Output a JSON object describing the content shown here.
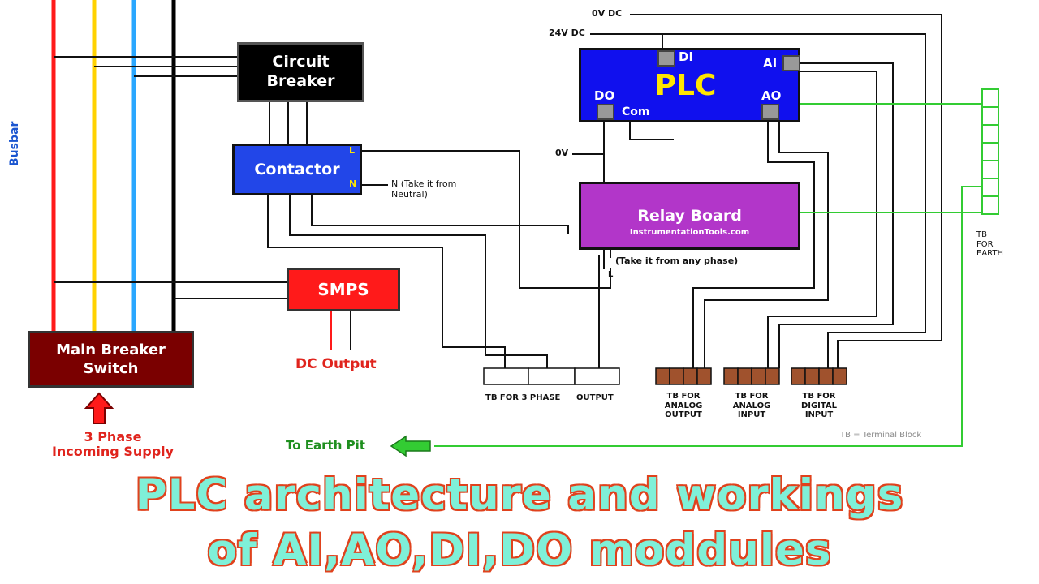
{
  "diagram": {
    "busbar_label": "Busbar",
    "circuit_breaker": "Circuit\nBreaker",
    "contactor": "Contactor",
    "contactor_L": "L",
    "contactor_N": "N",
    "neutral_note": "N (Take it from\nNeutral)",
    "smps": "SMPS",
    "dc_output": "DC Output",
    "main_breaker": "Main Breaker\nSwitch",
    "incoming_supply": "3 Phase\nIncoming Supply",
    "plc": "PLC",
    "plc_di": "DI",
    "plc_ai": "AI",
    "plc_do": "DO",
    "plc_ao": "AO",
    "plc_com": "Com",
    "zero_v_dc": "0V DC",
    "v24_dc": "24V DC",
    "zero_v": "0V",
    "relay_board": "Relay Board",
    "relay_site": "InstrumentationTools.com",
    "phase_note": "(Take it from any phase)",
    "relay_L": "L",
    "tb_earth": "TB\nFOR\nEARTH",
    "tb_3phase": "TB FOR 3 PHASE",
    "tb_output": "OUTPUT",
    "tb_analog_output": "TB FOR\nANALOG\nOUTPUT",
    "tb_analog_input": "TB FOR\nANALOG\nINPUT",
    "tb_digital_input": "TB FOR\nDIGITAL\nINPUT",
    "tb_legend": "TB = Terminal Block",
    "earth_pit": "To Earth Pit"
  },
  "title": {
    "line1": "PLC architecture and workings",
    "line2": "of AI,AO,DI,DO moddules"
  },
  "colors": {
    "busbar_red": "#ff1a1a",
    "busbar_yellow": "#ffd200",
    "busbar_blue": "#2aa7ff",
    "plc_blue": "#1010ee",
    "plc_text": "#ffe600",
    "relay_purple": "#b236c9",
    "contactor_blue": "#2246e8",
    "smps_red": "#ff1a1a",
    "main_breaker": "#7a0000",
    "earth_green": "#33cc33",
    "title_fill": "#7ff0d8",
    "title_stroke": "#e0421d"
  }
}
